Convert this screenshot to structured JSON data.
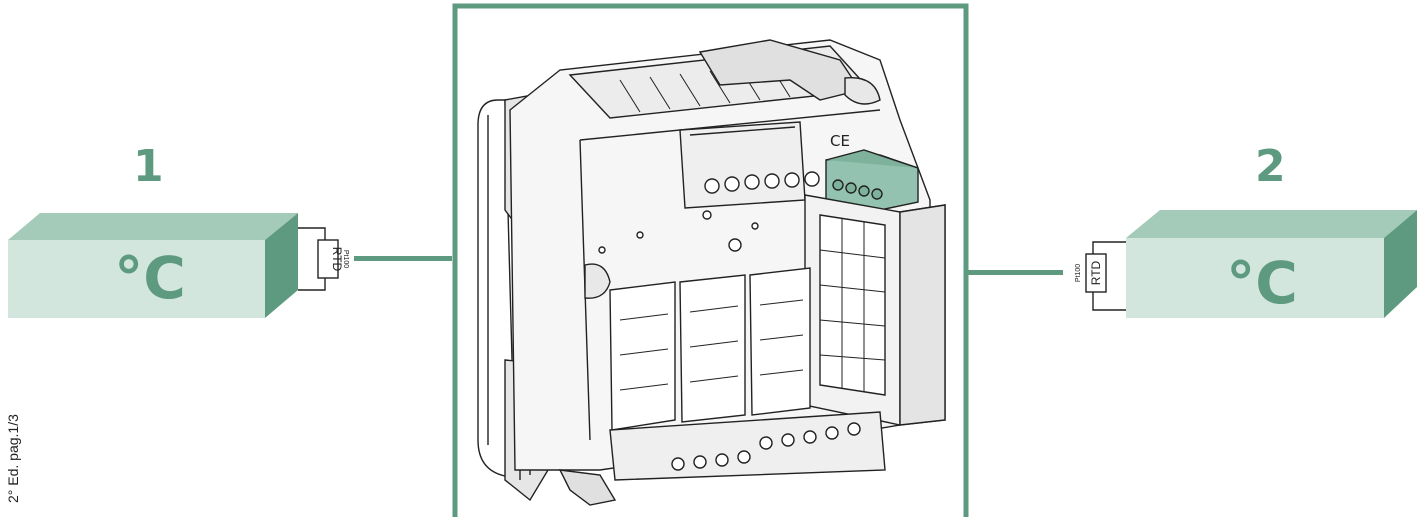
{
  "sensors": [
    {
      "number": "1",
      "unit": "°C",
      "rtd_label": "RTD",
      "rtd_type": "Pt100"
    },
    {
      "number": "2",
      "unit": "°C",
      "rtd_label": "RTD",
      "rtd_type": "Pt100"
    }
  ],
  "device": {
    "ce_mark": "CE"
  },
  "footer_note": "2° Ed. pag.1/3",
  "colors": {
    "accent": "#5e9a80",
    "sensor_front": "#d3e6de",
    "sensor_top": "#a4cbb9",
    "sensor_side": "#5e9a80",
    "connector": "#93c3b0"
  }
}
